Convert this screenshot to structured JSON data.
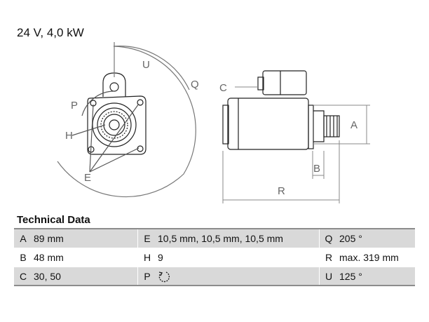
{
  "header": {
    "spec_line": "24 V, 4,0 kW"
  },
  "diagram": {
    "labels": {
      "A": "A",
      "B": "B",
      "C": "C",
      "E": "E",
      "H": "H",
      "P": "P",
      "Q": "Q",
      "R": "R",
      "U": "U"
    }
  },
  "technical_data": {
    "title": "Technical Data",
    "rows": [
      {
        "k1": "A",
        "v1": "89 mm",
        "k2": "E",
        "v2": "10,5 mm, 10,5 mm, 10,5 mm",
        "k3": "Q",
        "v3": "205 °"
      },
      {
        "k1": "B",
        "v1": "48 mm",
        "k2": "H",
        "v2": "9",
        "k3": "R",
        "v3": "max. 319 mm"
      },
      {
        "k1": "C",
        "v1": "30, 50",
        "k2": "P",
        "v2_icon": "rotation-direction-icon",
        "k3": "U",
        "v3": "125 °"
      }
    ]
  }
}
